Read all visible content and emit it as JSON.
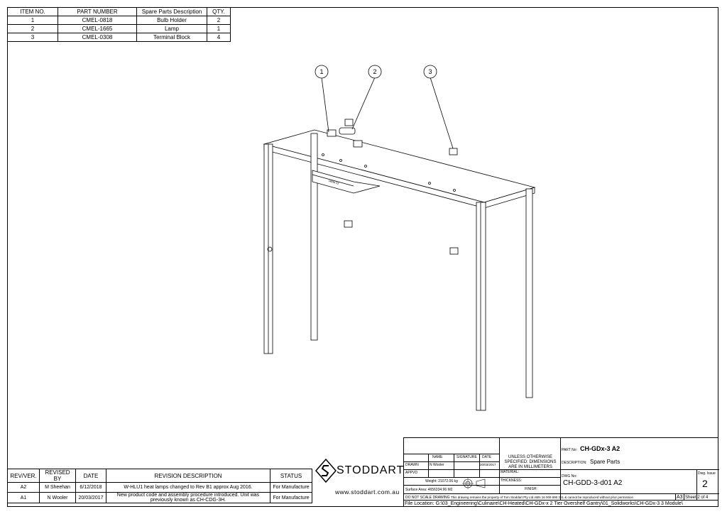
{
  "bom": {
    "headers": [
      "ITEM NO.",
      "PART NUMBER",
      "Spare Parts Description",
      "QTY."
    ],
    "rows": [
      {
        "item": "1",
        "part": "CMEL-0818",
        "desc": "Bulb Holder",
        "qty": "2"
      },
      {
        "item": "2",
        "part": "CMEL-1665",
        "desc": "Lamp",
        "qty": "1"
      },
      {
        "item": "3",
        "part": "CMEL-0308",
        "desc": "Terminal Block",
        "qty": "4"
      }
    ]
  },
  "balloons": [
    "1",
    "2",
    "3"
  ],
  "product_label": "HRM 22",
  "revisions": {
    "headers": [
      "REV/VER.",
      "REVISED BY",
      "DATE",
      "REVISION DESCRIPTION",
      "STATUS"
    ],
    "rows": [
      {
        "rev": "A2",
        "by": "M Sheehan",
        "date": "6/12/2018",
        "desc": "W-HLU1 heat lamps changed to Rev B1 approx Aug 2016.",
        "status": "For Manufacture"
      },
      {
        "rev": "A1",
        "by": "N Wooler",
        "date": "20/03/2017",
        "desc": "New product code and assembly procedure introduced. Unit was previously known as CH-CDG-3H.",
        "status": "For Manufacture"
      }
    ]
  },
  "brand": {
    "name": "STODDART",
    "website": "www.stoddart.com.au"
  },
  "title_block": {
    "col_name": "NAME",
    "col_signature": "SIGNATURE",
    "col_date": "DATE",
    "drawn_label": "DRAWN",
    "drawn_name": "N Wooler",
    "drawn_date": "20/03/2017",
    "appvd_label": "APPVD",
    "units_note": "UNLESS OTHERWISE SPECIFIED: DIMENSIONS ARE IN MILLIMETERS",
    "material_label": "MATERIAL:",
    "thickness_label": "THICKNESS:",
    "finish_label": "FINISH:",
    "weight": "Weight: 21072.06 kg",
    "surface_area": "Surface Area: 4656334.96 M2",
    "no_scale": "DO NOT SCALE DRAWING",
    "property_note": "This drawing remains the property of Tom Stoddart Pty Ltd ABN 16 009 690 251 & cannot be reproduced without prior permission",
    "part_no_label": "PART No:",
    "part_no": "CH-GDx-3 A2",
    "description_label": "DESCRIPTION:",
    "description": "Spare Parts",
    "dwg_no_label": "DWG No:",
    "dwg_no": "CH-GDD-3-d01 A2",
    "dwg_issue_label": "Dwg. Issue",
    "dwg_issue": "2",
    "size": "A3",
    "sheet": "Sheet 2 of 4"
  },
  "file_location": "File Location: G:\\03_Engineering\\Culinaire\\CH-Heated\\CH-GDx-x 2 Tier Overshelf Gantry\\01_Solidworks\\CH-GDx-3 3 Module\\"
}
